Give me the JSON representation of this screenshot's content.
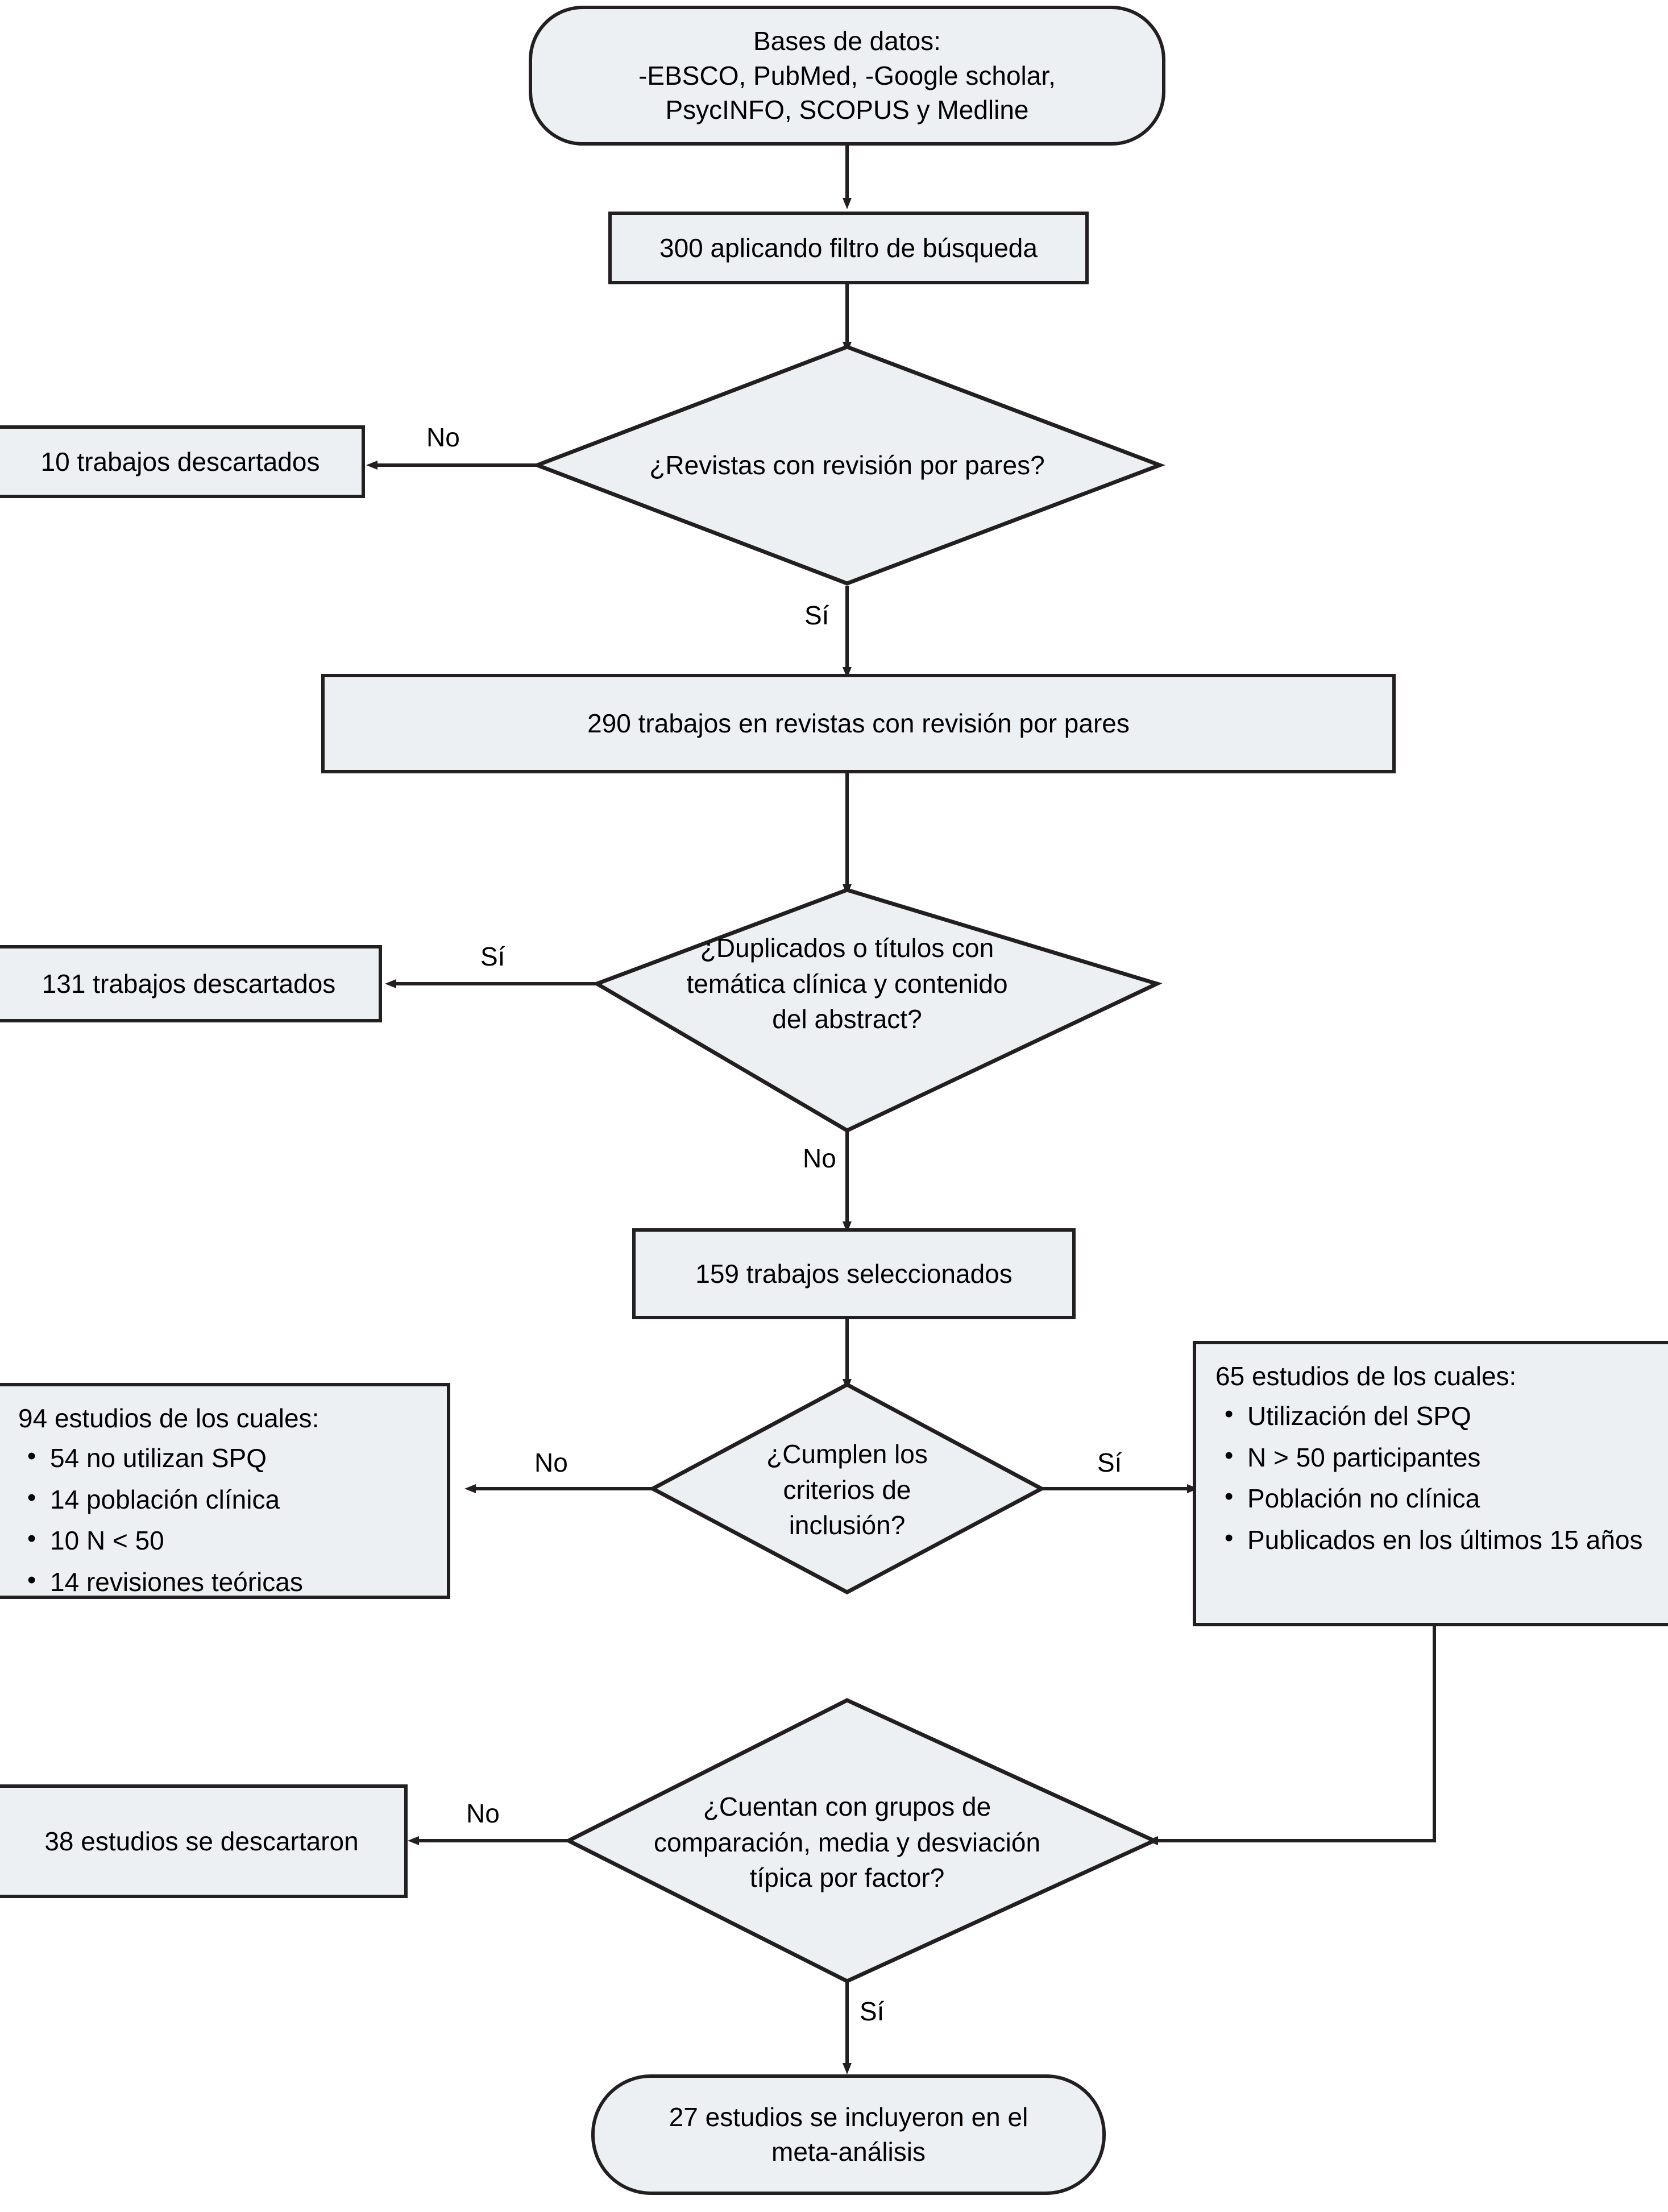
{
  "diagram": {
    "title": "Diagrama de flujo de selección de estudios",
    "style": {
      "fill": "#edf0f2",
      "stroke": "#231f20",
      "background": "#ffffff",
      "text_color": "#000000"
    },
    "nodes": {
      "databases": {
        "shape": "rounded-rectangle",
        "text": "Bases de datos:\n-EBSCO, PubMed, -Google scholar,\nPsycINFO, SCOPUS y Medline"
      },
      "filter": {
        "shape": "rectangle",
        "text": "300 aplicando filtro de búsqueda"
      },
      "decision_peer_review": {
        "shape": "diamond",
        "text": "¿Revistas con revisión por pares?"
      },
      "discarded_10": {
        "shape": "rectangle",
        "text": "10 trabajos descartados"
      },
      "peer_reviewed_290": {
        "shape": "rectangle",
        "text": "290 trabajos en revistas con revisión por pares"
      },
      "decision_duplicates": {
        "shape": "diamond",
        "text": "¿Duplicados o títulos con\ntemática clínica y contenido\ndel abstract?"
      },
      "discarded_131": {
        "shape": "rectangle",
        "text": "131 trabajos descartados"
      },
      "selected_159": {
        "shape": "rectangle",
        "text": "159 trabajos seleccionados"
      },
      "decision_inclusion": {
        "shape": "diamond",
        "text": "¿Cumplen los\ncriterios de\ninclusión?"
      },
      "excluded_94": {
        "shape": "rectangle-list",
        "heading": "94 estudios de los cuales:",
        "items": [
          "54 no utilizan SPQ",
          "14 población clínica",
          "10 N < 50",
          "14 revisiones teóricas"
        ]
      },
      "included_65": {
        "shape": "rectangle-list",
        "heading": "65 estudios de los cuales:",
        "items": [
          "Utilización del SPQ",
          "N > 50 participantes",
          "Población no clínica",
          "Publicados en los últimos 15 años"
        ]
      },
      "decision_groups": {
        "shape": "diamond",
        "text": "¿Cuentan con grupos de\ncomparación, media y desviación\ntípica por factor?"
      },
      "discarded_38": {
        "shape": "rectangle",
        "text": "38 estudios se descartaron"
      },
      "final_27": {
        "shape": "rounded-rectangle",
        "text": "27 estudios se incluyeron en el\nmeta-análisis"
      }
    },
    "edge_labels": {
      "peer_review_no": "No",
      "peer_review_si": "Sí",
      "duplicates_si": "Sí",
      "duplicates_no": "No",
      "inclusion_no": "No",
      "inclusion_si": "Sí",
      "groups_no": "No",
      "groups_si": "Sí"
    }
  }
}
